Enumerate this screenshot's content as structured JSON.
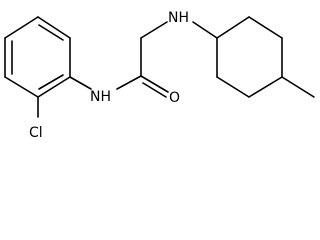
{
  "molecule": {
    "atom_labels": {
      "chlorine": "Cl",
      "amide_nitrogen": "NH",
      "amine_nitrogen": "NH",
      "oxygen": "O"
    },
    "colors": {
      "bond": "#000000",
      "text": "#000000",
      "background": "#ffffff"
    }
  }
}
